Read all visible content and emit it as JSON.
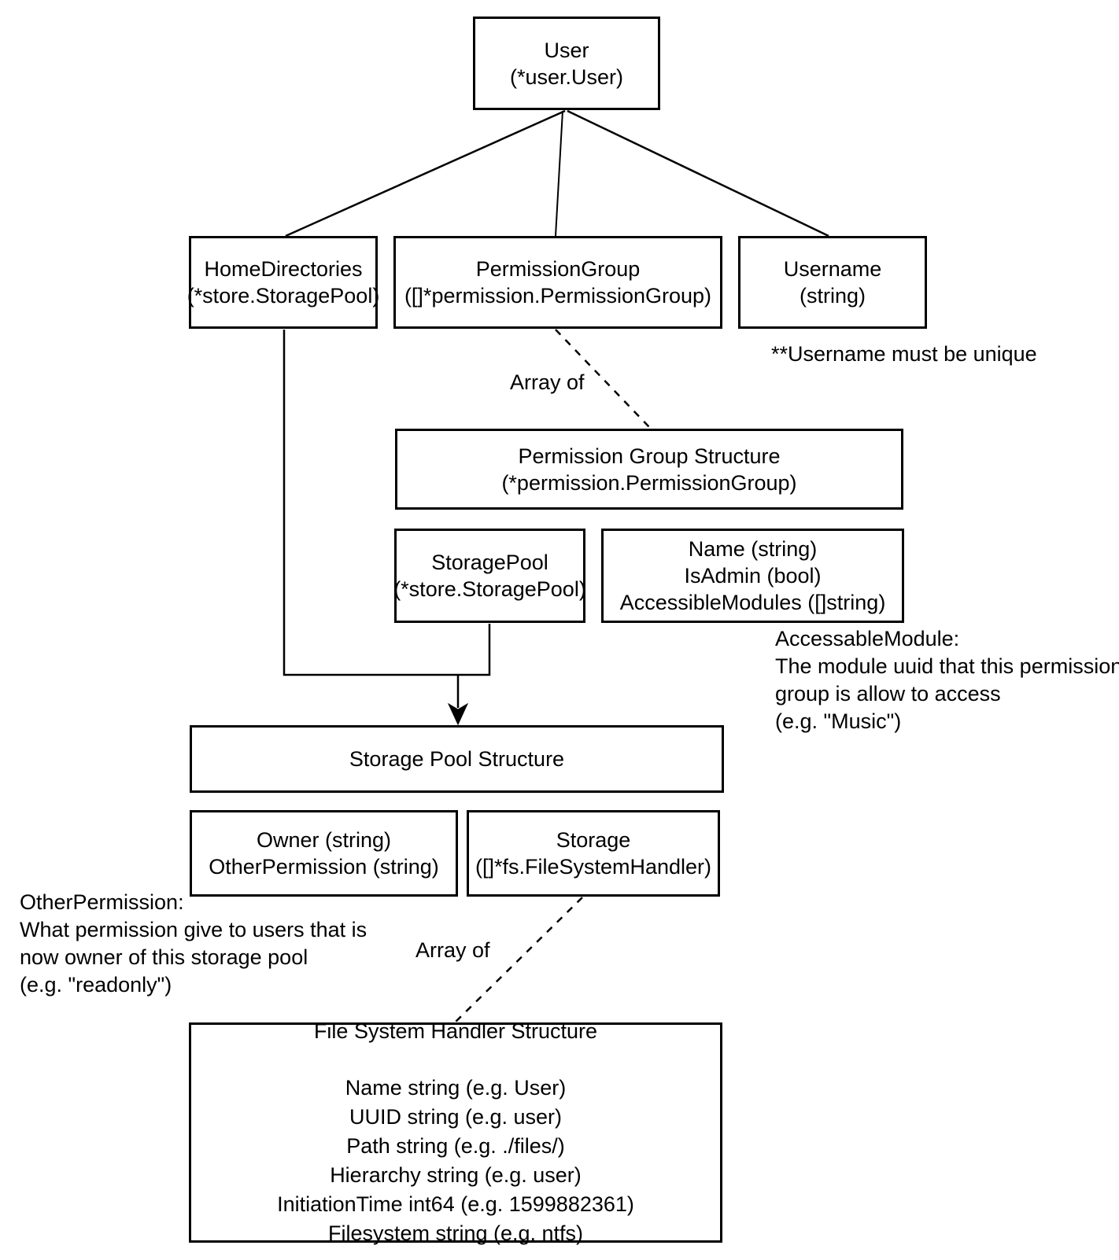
{
  "colors": {
    "stroke": "#000000",
    "background": "#ffffff",
    "text": "#000000"
  },
  "nodes": {
    "user": {
      "title": "User",
      "subtitle": "(*user.User)"
    },
    "home_directories": {
      "title": "HomeDirectories",
      "subtitle": "(*store.StoragePool)"
    },
    "permission_group": {
      "title": "PermissionGroup",
      "subtitle": "([]*permission.PermissionGroup)"
    },
    "username": {
      "title": "Username",
      "subtitle": "(string)"
    },
    "permission_group_structure": {
      "title": "Permission Group Structure",
      "subtitle": "(*permission.PermissionGroup)"
    },
    "storage_pool": {
      "title": "StoragePool",
      "subtitle": "(*store.StoragePool)"
    },
    "permission_fields": {
      "lines": [
        "Name (string)",
        "IsAdmin (bool)",
        "AccessibleModules ([]string)"
      ]
    },
    "storage_pool_structure": {
      "title": "Storage Pool Structure"
    },
    "owner_fields": {
      "lines": [
        "Owner (string)",
        "OtherPermission (string)"
      ]
    },
    "storage": {
      "title": "Storage",
      "subtitle": "([]*fs.FileSystemHandler)"
    },
    "file_system_handler_structure": {
      "title": "File System Handler Structure",
      "lines": [
        "Name string (e.g. User)",
        "UUID string (e.g. user)",
        "Path string (e.g. ./files/)",
        "Hierarchy string (e.g. user)",
        "InitiationTime int64 (e.g. 1599882361)",
        "Filesystem string (e.g. ntfs)"
      ]
    }
  },
  "labels": {
    "array_of_permission": "Array of",
    "array_of_storage": "Array of",
    "username_note": "**Username must be unique",
    "accessable_module_note": {
      "lines": [
        "AccessableModule:",
        "The module uuid that this permission",
        "group is allow to access",
        "(e.g. \"Music\")"
      ]
    },
    "other_permission_note": {
      "lines": [
        "OtherPermission:",
        "What permission give to users that is",
        "now owner of this storage pool",
        "(e.g. \"readonly\")"
      ]
    }
  }
}
